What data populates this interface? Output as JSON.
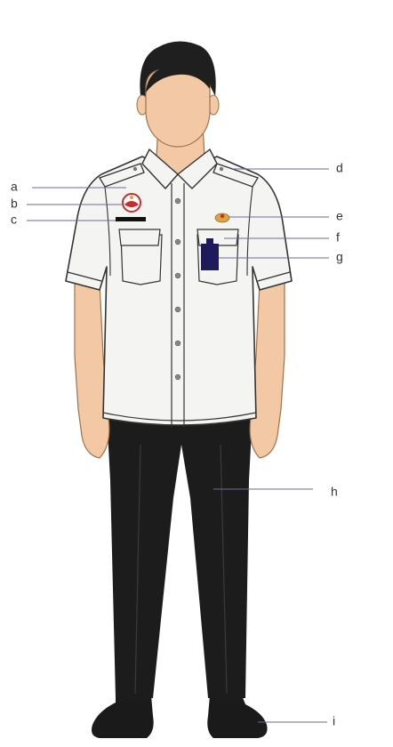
{
  "figure": {
    "subject": "uniform-diagram",
    "colors": {
      "background": "#ffffff",
      "skin": "#f2c9a4",
      "skin_line": "#a0704c",
      "hair": "#1f1f1f",
      "shirt": "#f4f4f2",
      "shirt_line": "#333333",
      "trousers": "#1c1c1c",
      "shoes": "#1a1a1a",
      "badge_red": "#cc2b2b",
      "badge_gold": "#d9a441",
      "name_tag": "#111111",
      "id_card": "#1f1a5c",
      "callout_line": "#6a6aa0"
    }
  },
  "callouts": [
    {
      "id": "a",
      "label": "a",
      "side": "left",
      "target": "epaulette-left"
    },
    {
      "id": "b",
      "label": "b",
      "side": "left",
      "target": "emblem-badge"
    },
    {
      "id": "c",
      "label": "c",
      "side": "left",
      "target": "name-tag"
    },
    {
      "id": "d",
      "label": "d",
      "side": "right",
      "target": "epaulette-right"
    },
    {
      "id": "e",
      "label": "e",
      "side": "right",
      "target": "gold-pin"
    },
    {
      "id": "f",
      "label": "f",
      "side": "right",
      "target": "right-pocket"
    },
    {
      "id": "g",
      "label": "g",
      "side": "right",
      "target": "id-card"
    },
    {
      "id": "h",
      "label": "h",
      "side": "right",
      "target": "trousers"
    },
    {
      "id": "i",
      "label": "i",
      "side": "right",
      "target": "shoes"
    }
  ]
}
